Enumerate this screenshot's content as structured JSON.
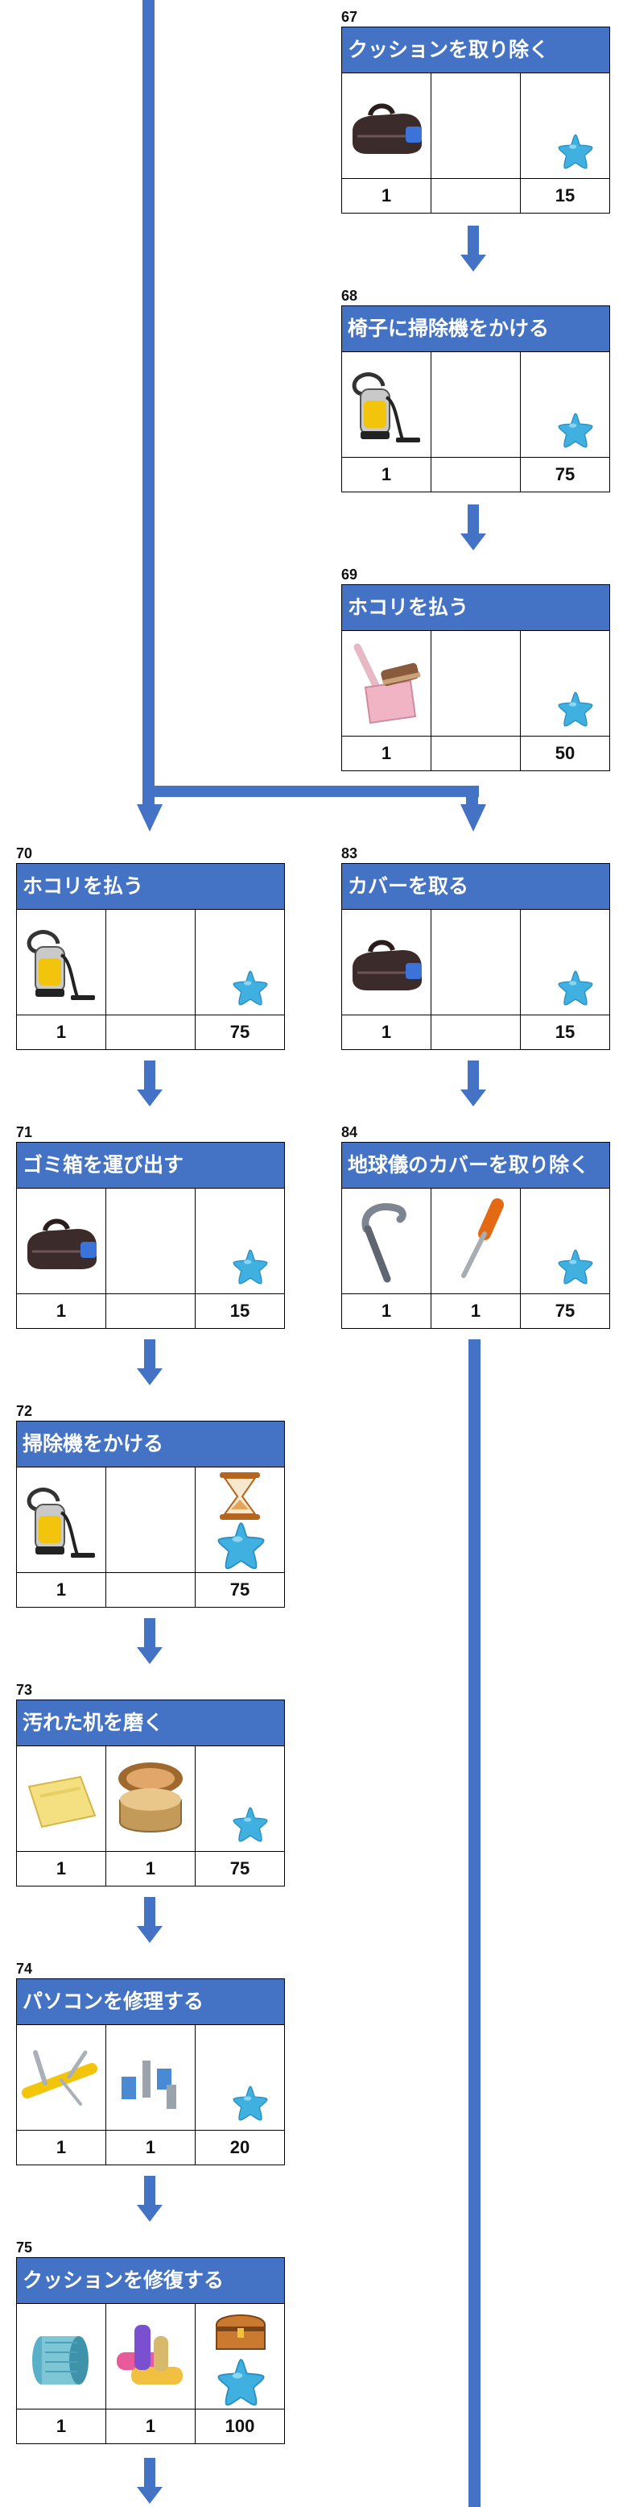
{
  "colors": {
    "flow_line": "#4472c4",
    "title_bar": "#4472c4",
    "title_text": "#ffffff",
    "border": "#000000",
    "star": "#3fb0e0"
  },
  "nodes": [
    {
      "id": "67",
      "number": "67",
      "title": "クッションを取り除く",
      "items": [
        "bag-icon",
        "",
        "star-icon"
      ],
      "counts": [
        "1",
        "",
        "15"
      ]
    },
    {
      "id": "68",
      "number": "68",
      "title": "椅子に掃除機をかける",
      "items": [
        "vacuum-cleaner-icon",
        "",
        "star-icon"
      ],
      "counts": [
        "1",
        "",
        "75"
      ]
    },
    {
      "id": "69",
      "number": "69",
      "title": "ホコリを払う",
      "items": [
        "dustpan-brush-icon",
        "",
        "star-icon"
      ],
      "counts": [
        "1",
        "",
        "50"
      ]
    },
    {
      "id": "70",
      "number": "70",
      "title": "ホコリを払う",
      "items": [
        "vacuum-cleaner-icon",
        "",
        "star-icon"
      ],
      "counts": [
        "1",
        "",
        "75"
      ]
    },
    {
      "id": "83",
      "number": "83",
      "title": "カバーを取る",
      "items": [
        "bag-icon",
        "",
        "star-icon"
      ],
      "counts": [
        "1",
        "",
        "15"
      ]
    },
    {
      "id": "71",
      "number": "71",
      "title": "ゴミ箱を運び出す",
      "items": [
        "bag-icon",
        "",
        "star-icon"
      ],
      "counts": [
        "1",
        "",
        "15"
      ]
    },
    {
      "id": "84",
      "number": "84",
      "title": "地球儀のカバーを取り除く",
      "items": [
        "crowbar-icon",
        "screwdriver-icon",
        "star-icon"
      ],
      "counts": [
        "1",
        "1",
        "75"
      ]
    },
    {
      "id": "72",
      "number": "72",
      "title": "掃除機をかける",
      "items": [
        "vacuum-cleaner-icon",
        "",
        "hourglass-star-icon"
      ],
      "counts": [
        "1",
        "",
        "75"
      ]
    },
    {
      "id": "73",
      "number": "73",
      "title": "汚れた机を磨く",
      "items": [
        "sponge-icon",
        "polish-tin-icon",
        "star-icon"
      ],
      "counts": [
        "1",
        "1",
        "75"
      ]
    },
    {
      "id": "74",
      "number": "74",
      "title": "パソコンを修理する",
      "items": [
        "pocket-knife-icon",
        "bolts-icon",
        "star-icon"
      ],
      "counts": [
        "1",
        "1",
        "20"
      ]
    },
    {
      "id": "75",
      "number": "75",
      "title": "クッションを修復する",
      "items": [
        "thread-spool-icon",
        "fabric-rolls-icon",
        "chest-star-icon"
      ],
      "counts": [
        "1",
        "1",
        "100"
      ]
    }
  ]
}
